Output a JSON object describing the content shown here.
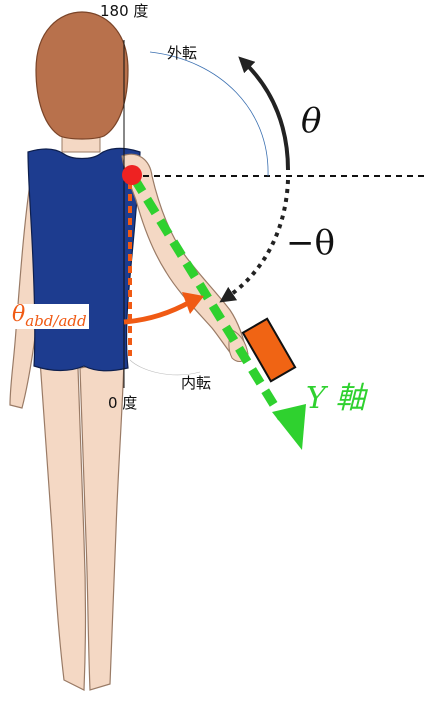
{
  "labels": {
    "top_angle": "180 度",
    "bottom_angle": "0 度",
    "abduction": "外転",
    "adduction": "内転",
    "theta": "θ",
    "neg_theta": "−θ",
    "theta_abd_symbol": "θ",
    "theta_abd_sub": "abd/add",
    "y_axis": "Y 軸"
  },
  "colors": {
    "suit": "#1d3c8f",
    "skin": "#f4d8c4",
    "hair": "#b8714c",
    "arm_axis": "#2fd12f",
    "vertical_ref": "#f05a14",
    "device": "#f06414",
    "shoulder_marker": "#ee2222",
    "arc_arrow": "#222222"
  }
}
